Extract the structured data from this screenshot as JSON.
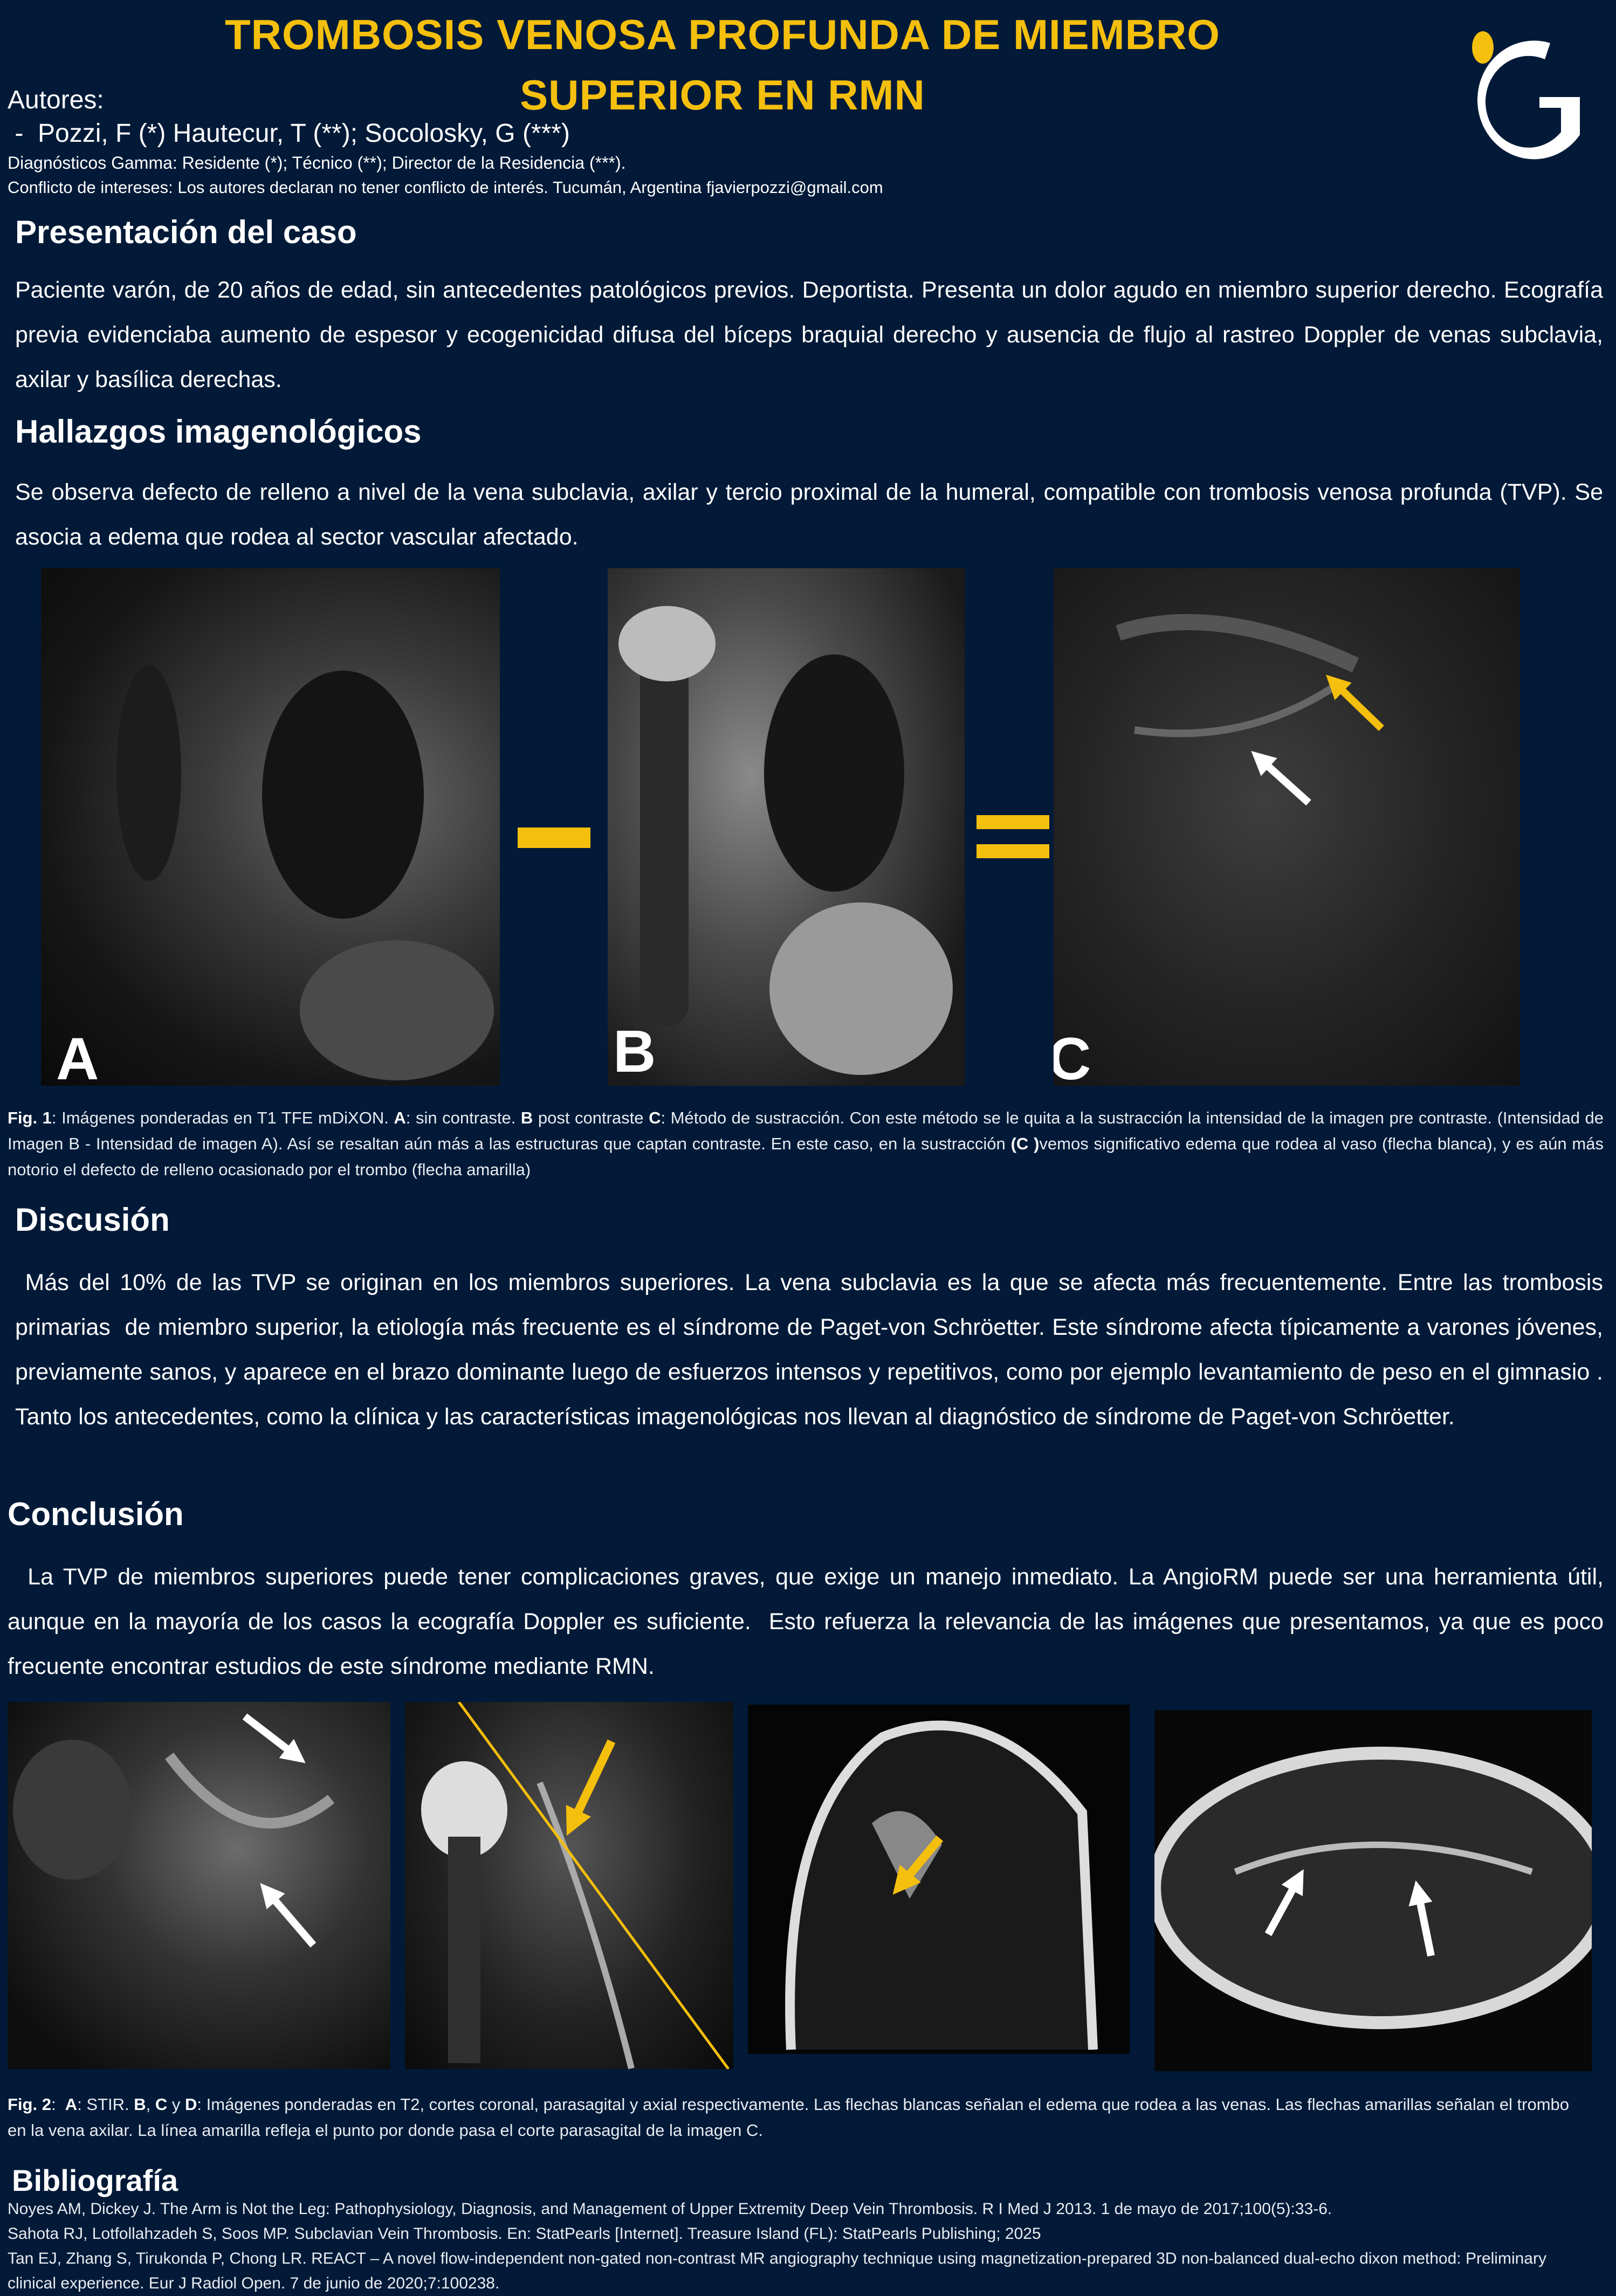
{
  "header": {
    "title_line1": "TROMBOSIS VENOSA PROFUNDA DE MIEMBRO",
    "title_line2": "SUPERIOR EN RMN",
    "authors_label": "Autores:",
    "authors": " -  Pozzi, F (*) Hautecur, T (**); Socolosky, G (***)",
    "affiliation": "Diagnósticos Gamma: Residente  (*); Técnico (**);  Director de la Residencia (***).",
    "conflict": "Conflicto de intereses: Los autores declaran no tener conflicto de interés. Tucumán, Argentina fjavierpozzi@gmail.com",
    "logo_letter": "G"
  },
  "presentacion": {
    "heading": "Presentación del caso",
    "text": "Paciente varón, de 20 años de edad, sin antecedentes patológicos previos. Deportista. Presenta un dolor agudo en miembro superior derecho. Ecografía previa evidenciaba aumento de espesor y ecogenicidad difusa del bíceps braquial derecho y ausencia de flujo al rastreo Doppler de venas subclavia, axilar y basílica derechas."
  },
  "hallazgos": {
    "heading": "Hallazgos imagenológicos",
    "text": "Se observa defecto de relleno a nivel de la vena subclavia, axilar y tercio proximal de la humeral, compatible con trombosis venosa profunda (TVP). Se asocia a edema que rodea al sector vascular afectado."
  },
  "fig1": {
    "labels": [
      "A",
      "B",
      "C"
    ],
    "minus": "minus",
    "equals": "equals",
    "caption": {
      "fig": "Fig. 1",
      "p1": ": Imágenes ponderadas en T1 TFE mDiXON. ",
      "a": "A",
      "p2": ": sin contraste. ",
      "b": "B",
      "p3": " post contraste ",
      "c": "C",
      "p4": ": Método de sustracción. Con este método se le quita a la sustracción la intensidad de la imagen pre contraste.  (Intensidad de Imagen B - Intensidad de imagen A).  Así  se resaltan aún más a las estructuras que captan contraste. En este caso, en la sustracción ",
      "c2": "(C )",
      "p5": "vemos significativo edema que rodea al vaso (flecha blanca), y es aún más notorio el defecto de relleno ocasionado por el trombo (flecha amarilla)"
    }
  },
  "discusion": {
    "heading": "Discusión",
    "text": " Más del 10% de las TVP se originan en los miembros superiores. La vena subclavia es la que se afecta más frecuentemente. Entre las trombosis primarias  de miembro superior, la etiología más frecuente es el síndrome de Paget-von Schröetter. Este síndrome afecta típicamente a varones jóvenes, previamente sanos, y aparece en el brazo dominante luego de esfuerzos intensos y repetitivos, como por ejemplo levantamiento de peso en el gimnasio . Tanto los antecedentes, como la clínica y las características imagenológicas nos llevan al diagnóstico de síndrome de Paget-von Schröetter."
  },
  "conclusion": {
    "heading": "Conclusión",
    "text": "  La TVP de miembros superiores puede tener complicaciones graves, que exige un manejo inmediato. La AngioRM puede ser una herramienta útil, aunque en la mayoría de los casos la ecografía Doppler es suficiente.  Esto refuerza la relevancia de las imágenes que presentamos, ya que es poco frecuente encontrar estudios de este síndrome mediante RMN."
  },
  "fig2": {
    "caption": {
      "fig": "Fig. 2",
      "p1": ":  ",
      "a": "A",
      "p2": ":  STIR. ",
      "b": "B",
      "p3": ", ",
      "c": "C",
      "p4": " y ",
      "d": "D",
      "p5": ": Imágenes ponderadas en T2, cortes coronal, parasagital y axial respectivamente. Las flechas blancas señalan el edema que rodea a las venas. Las flechas amarillas señalan el trombo en la vena axilar. La línea amarilla refleja el punto por donde pasa el corte parasagital de la imagen C."
    }
  },
  "bibliografia": {
    "heading": "Bibliografía",
    "refs": [
      "Noyes AM, Dickey J. The Arm is Not the Leg: Pathophysiology, Diagnosis, and Management of Upper Extremity Deep Vein Thrombosis. R I Med J 2013. 1 de mayo de 2017;100(5):33-6.",
      "Sahota RJ, Lotfollahzadeh S, Soos MP. Subclavian Vein Thrombosis. En: StatPearls [Internet]. Treasure Island (FL): StatPearls Publishing; 2025",
      "Tan EJ, Zhang S, Tirukonda P, Chong LR. REACT – A novel flow-independent non-gated non-contrast MR angiography technique using magnetization-prepared 3D non-balanced dual-echo dixon method: Preliminary clinical experience. Eur J Radiol Open. 7 de junio de 2020;7:100238."
    ]
  },
  "colors": {
    "background": "#021a38",
    "accent": "#f5bf0d",
    "text": "#ffffff"
  }
}
